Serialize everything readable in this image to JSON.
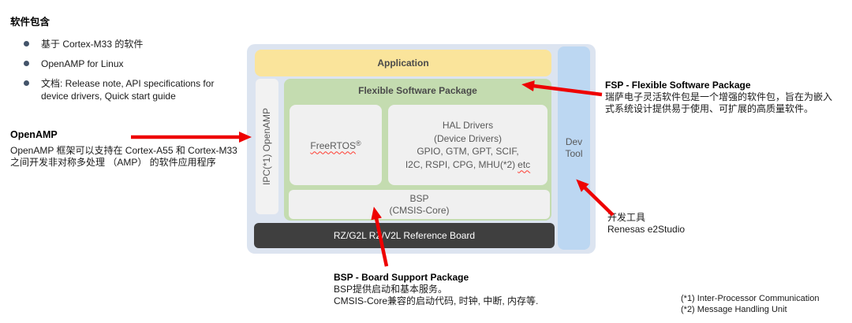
{
  "left_panel": {
    "heading": "软件包含",
    "bullets": [
      "基于 Cortex-M33 的软件",
      "OpenAMP for Linux",
      "文档: Release note, API specifications for device drivers, Quick start guide"
    ],
    "openamp_heading": "OpenAMP",
    "openamp_body_line1": "OpenAMP 框架可以支持在 Cortex-A55 和 Cortex-M33",
    "openamp_body_line2": "之间开发非对称多处理 （AMP） 的软件应用程序"
  },
  "diagram": {
    "application_label": "Application",
    "ipc_bar_label": "IPC(*1) OpenAMP",
    "fsp_title": "Flexible Software Package",
    "freertos_label": "FreeRTOS",
    "freertos_reg": "®",
    "hal_line1": "HAL Drivers",
    "hal_line2": "(Device Drivers)",
    "hal_line3": "GPIO, GTM, GPT, SCIF,",
    "hal_line4_prefix": "I2C, RSPI, CPG, MHU(*2)",
    "hal_line4_etc": "etc",
    "bsp_line1": "BSP",
    "bsp_line2": "(CMSIS-Core)",
    "board_label": "RZ/G2L RZ/V2L Reference Board",
    "devtool_line1": "Dev",
    "devtool_line2": "Tool"
  },
  "annotations": {
    "fsp_title": "FSP - Flexible Software Package",
    "fsp_line1": "瑞萨电子灵活软件包是一个增强的软件包，旨在为嵌入",
    "fsp_line2": "式系统设计提供易于使用、可扩展的高质量软件。",
    "devtool_line1": "开发工具",
    "devtool_line2": "Renesas e2Studio",
    "bsp_title": "BSP - Board Support Package",
    "bsp_line1": "BSP提供启动和基本服务。",
    "bsp_line2": "CMSIS-Core兼容的启动代码, 时钟, 中断, 内存等."
  },
  "footnotes": [
    "(*1) Inter-Processor Communication",
    "(*2) Message Handling Unit"
  ],
  "colors": {
    "container_bg": "#dce4f0",
    "application_bg": "#fae49b",
    "fsp_green": "#c4dcb0",
    "module_gray": "#f0f0f0",
    "devtool_blue": "#bcd7f2",
    "board_dark": "#3f3f3f",
    "arrow_red": "#ee0202",
    "bullet_navy": "#44546a"
  }
}
